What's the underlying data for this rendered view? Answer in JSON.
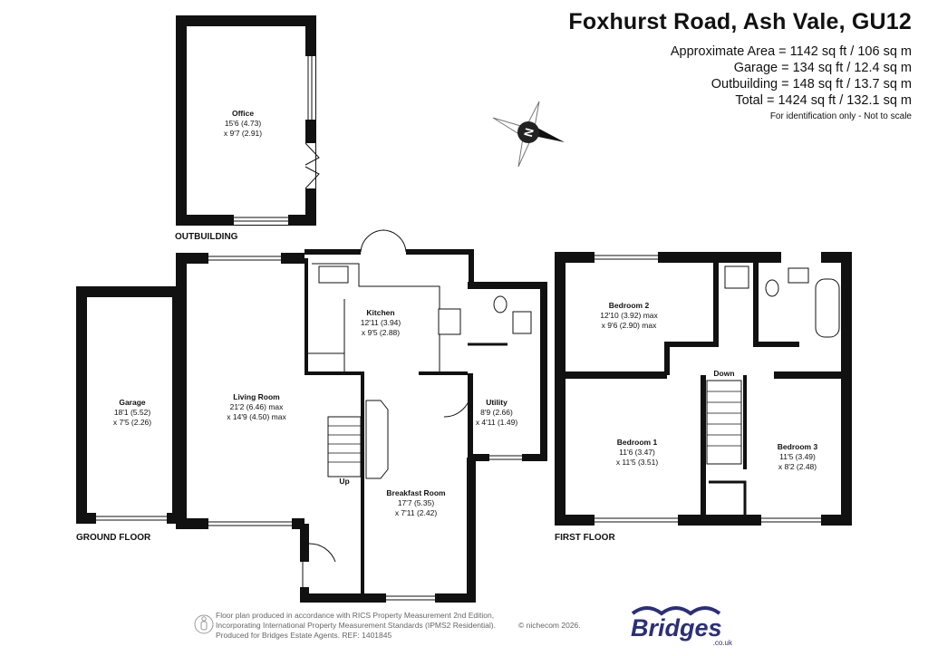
{
  "header": {
    "title": "Foxhurst Road, Ash Vale, GU12",
    "areas": [
      "Approximate Area = 1142 sq ft / 106 sq m",
      "Garage = 134 sq ft / 12.4 sq m",
      "Outbuilding = 148 sq ft / 13.7 sq m",
      "Total = 1424 sq ft / 132.1 sq m"
    ],
    "note": "For identification only - Not to scale"
  },
  "compass": {
    "letter": "N"
  },
  "floors": {
    "outbuilding": "OUTBUILDING",
    "ground": "GROUND FLOOR",
    "first": "FIRST FLOOR"
  },
  "rooms": {
    "office": {
      "name": "Office",
      "dim1": "15'6 (4.73)",
      "dim2": "x 9'7 (2.91)"
    },
    "garage": {
      "name": "Garage",
      "dim1": "18'1 (5.52)",
      "dim2": "x 7'5 (2.26)"
    },
    "living": {
      "name": "Living Room",
      "dim1": "21'2 (6.46) max",
      "dim2": "x 14'9 (4.50) max"
    },
    "kitchen": {
      "name": "Kitchen",
      "dim1": "12'11 (3.94)",
      "dim2": "x 9'5 (2.88)"
    },
    "utility": {
      "name": "Utility",
      "dim1": "8'9 (2.66)",
      "dim2": "x 4'11 (1.49)"
    },
    "breakfast": {
      "name": "Breakfast Room",
      "dim1": "17'7 (5.35)",
      "dim2": "x 7'11 (2.42)"
    },
    "bedroom2": {
      "name": "Bedroom 2",
      "dim1": "12'10 (3.92) max",
      "dim2": "x 9'6 (2.90) max"
    },
    "bedroom1": {
      "name": "Bedroom 1",
      "dim1": "11'6 (3.47)",
      "dim2": "x 11'5 (3.51)"
    },
    "bedroom3": {
      "name": "Bedroom 3",
      "dim1": "11'5 (3.49)",
      "dim2": "x 8'2 (2.48)"
    }
  },
  "stairs": {
    "up": "Up",
    "down": "Down"
  },
  "footer": {
    "lines": [
      "Floor plan produced in accordance with RICS Property Measurement 2nd Edition,",
      "Incorporating International Property Measurement Standards (IPMS2 Residential).",
      "Produced for Bridges Estate Agents.   REF: 1401845"
    ],
    "copyright": "© nichecom 2026."
  },
  "logo": {
    "name": "Bridges",
    "domain": ".co.uk"
  },
  "colors": {
    "wall": "#111111",
    "logo": "#2a2f7a",
    "window": "#ffffff"
  }
}
